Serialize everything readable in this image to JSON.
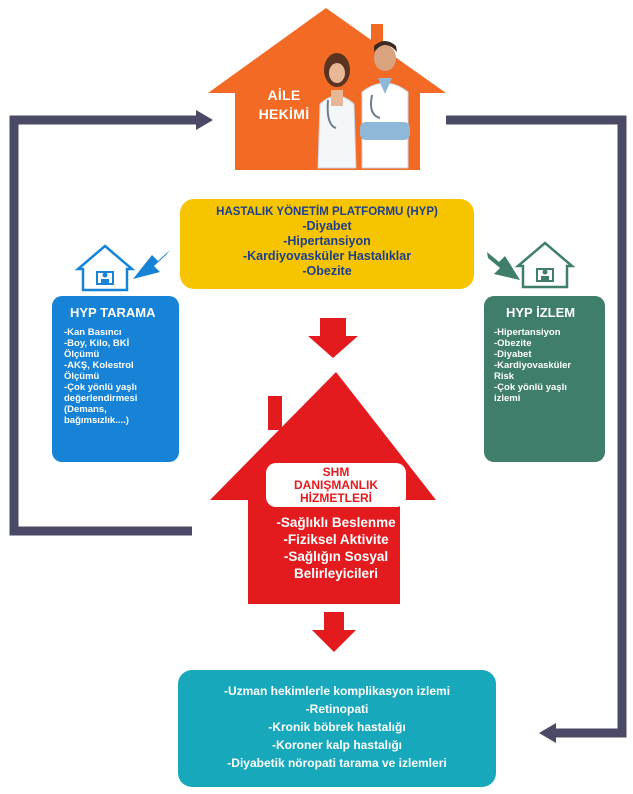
{
  "aile_hekimi": {
    "line1": "AİLE",
    "line2": "HEKİMİ"
  },
  "hyp_platform": {
    "title": "HASTALIK YÖNETİM PLATFORMU (HYP)",
    "items": [
      "-Diyabet",
      "-Hipertansiyon",
      "-Kardiyovasküler Hastalıklar",
      "-Obezite"
    ]
  },
  "hyp_tarama": {
    "title": "HYP TARAMA",
    "items": [
      "-Kan Basıncı",
      "-Boy, Kilo, BKİ",
      "Ölçümü",
      "-AKŞ, Kolestrol",
      "Ölçümü",
      "-Çok yönlü yaşlı",
      "değerlendirmesi",
      "(Demans,",
      "bağımsızlık....)"
    ]
  },
  "hyp_izlem": {
    "title": "HYP İZLEM",
    "items": [
      "-Hipertansiyon",
      "-Obezite",
      "-Diyabet",
      "-Kardiyovasküler",
      "Risk",
      "-Çok yönlü yaşlı",
      "izlemi"
    ]
  },
  "shm": {
    "label_lines": [
      "SHM",
      "DANIŞMANLIK",
      "HİZMETLERİ"
    ],
    "items": [
      "-Sağlıklı Beslenme",
      "-Fiziksel Aktivite",
      "-Sağlığın Sosyal",
      "Belirleyicileri"
    ]
  },
  "bottom": {
    "items": [
      "-Uzman hekimlerle komplikasyon izlemi",
      "-Retinopati",
      "-Kronik böbrek hastalığı",
      "-Koroner kalp hastalığı",
      "-Diyabetik nöropati tarama ve izlemleri"
    ]
  },
  "colors": {
    "orange": "#f26a24",
    "yellow": "#f7c500",
    "blue": "#1683d6",
    "green": "#3f7e6a",
    "red": "#e31b1f",
    "teal": "#17a9bb",
    "connector": "#4a4a66",
    "navy_text": "#1d3f8c"
  },
  "icons": [
    "house-orange-icon",
    "doctors-illustration-icon",
    "home-user-icon",
    "red-down-arrow-icon",
    "blue-diagonal-arrow-icon",
    "green-diagonal-arrow-icon",
    "loop-arrow-icon"
  ]
}
